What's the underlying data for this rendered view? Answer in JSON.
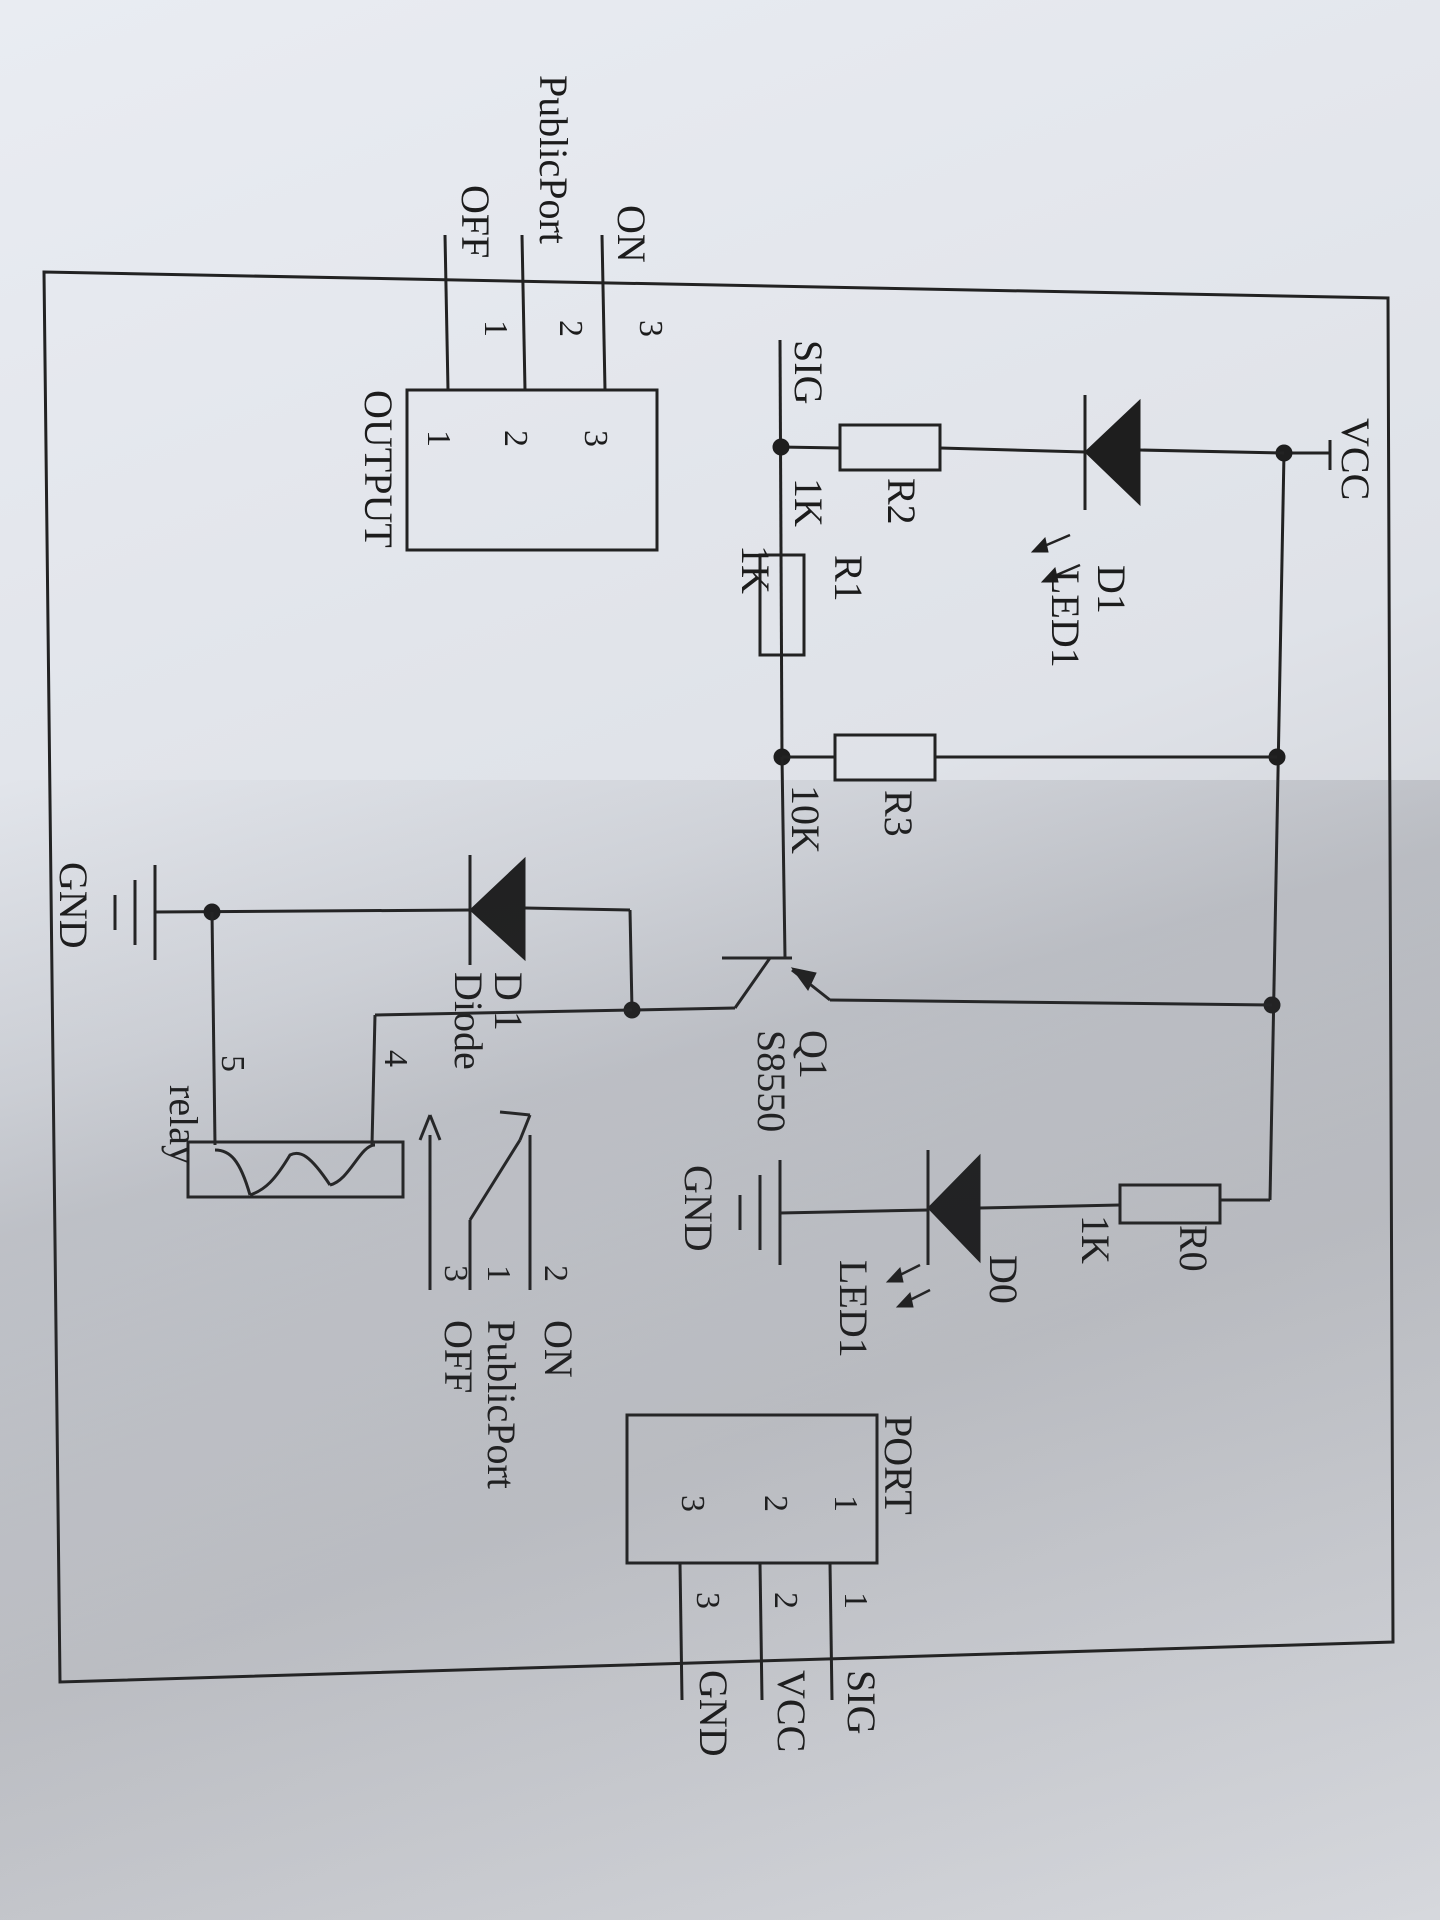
{
  "diagram": {
    "power": {
      "vcc": "VCC",
      "gnd_top": "GND",
      "gnd_bottom": "GND"
    },
    "leds": {
      "d1": {
        "ref": "D1",
        "value": "LED1"
      },
      "d0": {
        "ref": "D0",
        "value": "LED1"
      }
    },
    "resistors": {
      "r0": {
        "ref": "R0",
        "value": "1K"
      },
      "r1": {
        "ref": "R1",
        "value": "1K"
      },
      "r2": {
        "ref": "R2",
        "value": "1K"
      },
      "r3": {
        "ref": "R3",
        "value": "10K"
      }
    },
    "transistor": {
      "ref": "Q1",
      "value": "S8550"
    },
    "diode": {
      "ref": "D 1",
      "value": "Diode"
    },
    "signal": {
      "sig": "SIG"
    },
    "relay": {
      "label": "relay",
      "pin4": "4",
      "pin5": "5",
      "contacts": [
        {
          "num": "2",
          "name": "ON"
        },
        {
          "num": "1",
          "name": "PublicPort"
        },
        {
          "num": "3",
          "name": "OFF"
        }
      ]
    },
    "port": {
      "title": "PORT",
      "box_pins": [
        "1",
        "2",
        "3"
      ],
      "lead_pins": [
        "1",
        "2",
        "3"
      ],
      "signals": [
        "SIG",
        "VCC",
        "GND"
      ]
    },
    "output": {
      "title": "OUTPUT",
      "box_pins": [
        "3",
        "2",
        "1"
      ],
      "lead_pins": [
        "3",
        "2",
        "1"
      ],
      "signals": [
        "ON",
        "PublicPort",
        "OFF"
      ]
    }
  }
}
